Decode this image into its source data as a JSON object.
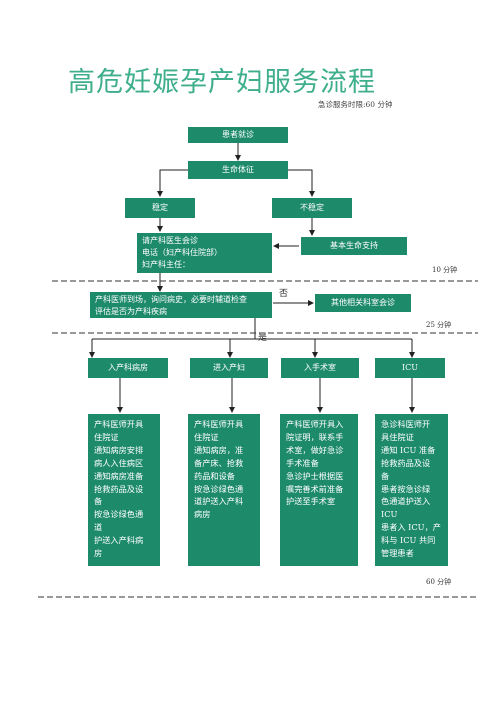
{
  "title": "高危妊娠孕产妇服务流程",
  "subtitle": "急诊服务时限:60 分钟",
  "nodes": {
    "visit": "患者就诊",
    "vitals": "生命体征",
    "stable": "稳定",
    "unstable": "不稳定",
    "consult_lines": [
      "请产科医生会诊",
      "电话（妇产科住院部）",
      "妇产科主任："
    ],
    "life_support": "基本生命支持",
    "assess_lines": [
      "产科医师到场，询问病史，必要时辅道检查",
      "评估是否为产科疾病"
    ],
    "other_consult": "其他相关科室会诊",
    "ward": "入产科病房",
    "delivery": "进入产妇",
    "surgery": "入手术室",
    "icu": "ICU"
  },
  "branch": {
    "no": "否",
    "yes": "是"
  },
  "times": {
    "t10": "10 分钟",
    "t25": "25 分钟",
    "t60": "60 分钟"
  },
  "details": {
    "ward": [
      "产科医师开具",
      "住院证",
      "通知病房安排",
      "病人入住病区",
      "通知病房准备",
      "抢救药品及设",
      "备",
      "按急诊绿色通",
      "道",
      "护送入产科病",
      "房"
    ],
    "delivery": [
      "产科医师开具",
      "住院证",
      "通知病房，准",
      "备产床、抢救",
      "药品和设备",
      "按急诊绿色通",
      "道护送入产科",
      "病房"
    ],
    "surgery": [
      "产科医师开具入",
      "院证明，联系手",
      "术室，做好急诊",
      "手术准备",
      "急诊护士根据医",
      "嘱完善术前准备",
      "护送至手术室"
    ],
    "icu": [
      "急诊科医师开",
      "具住院证",
      "通知 ICU 准备",
      "抢救药品及设",
      "备",
      "患者按急诊绿",
      "色通道护送入",
      "ICU",
      "患者入 ICU，产",
      "科与 ICU 共同",
      "管理患者"
    ]
  }
}
